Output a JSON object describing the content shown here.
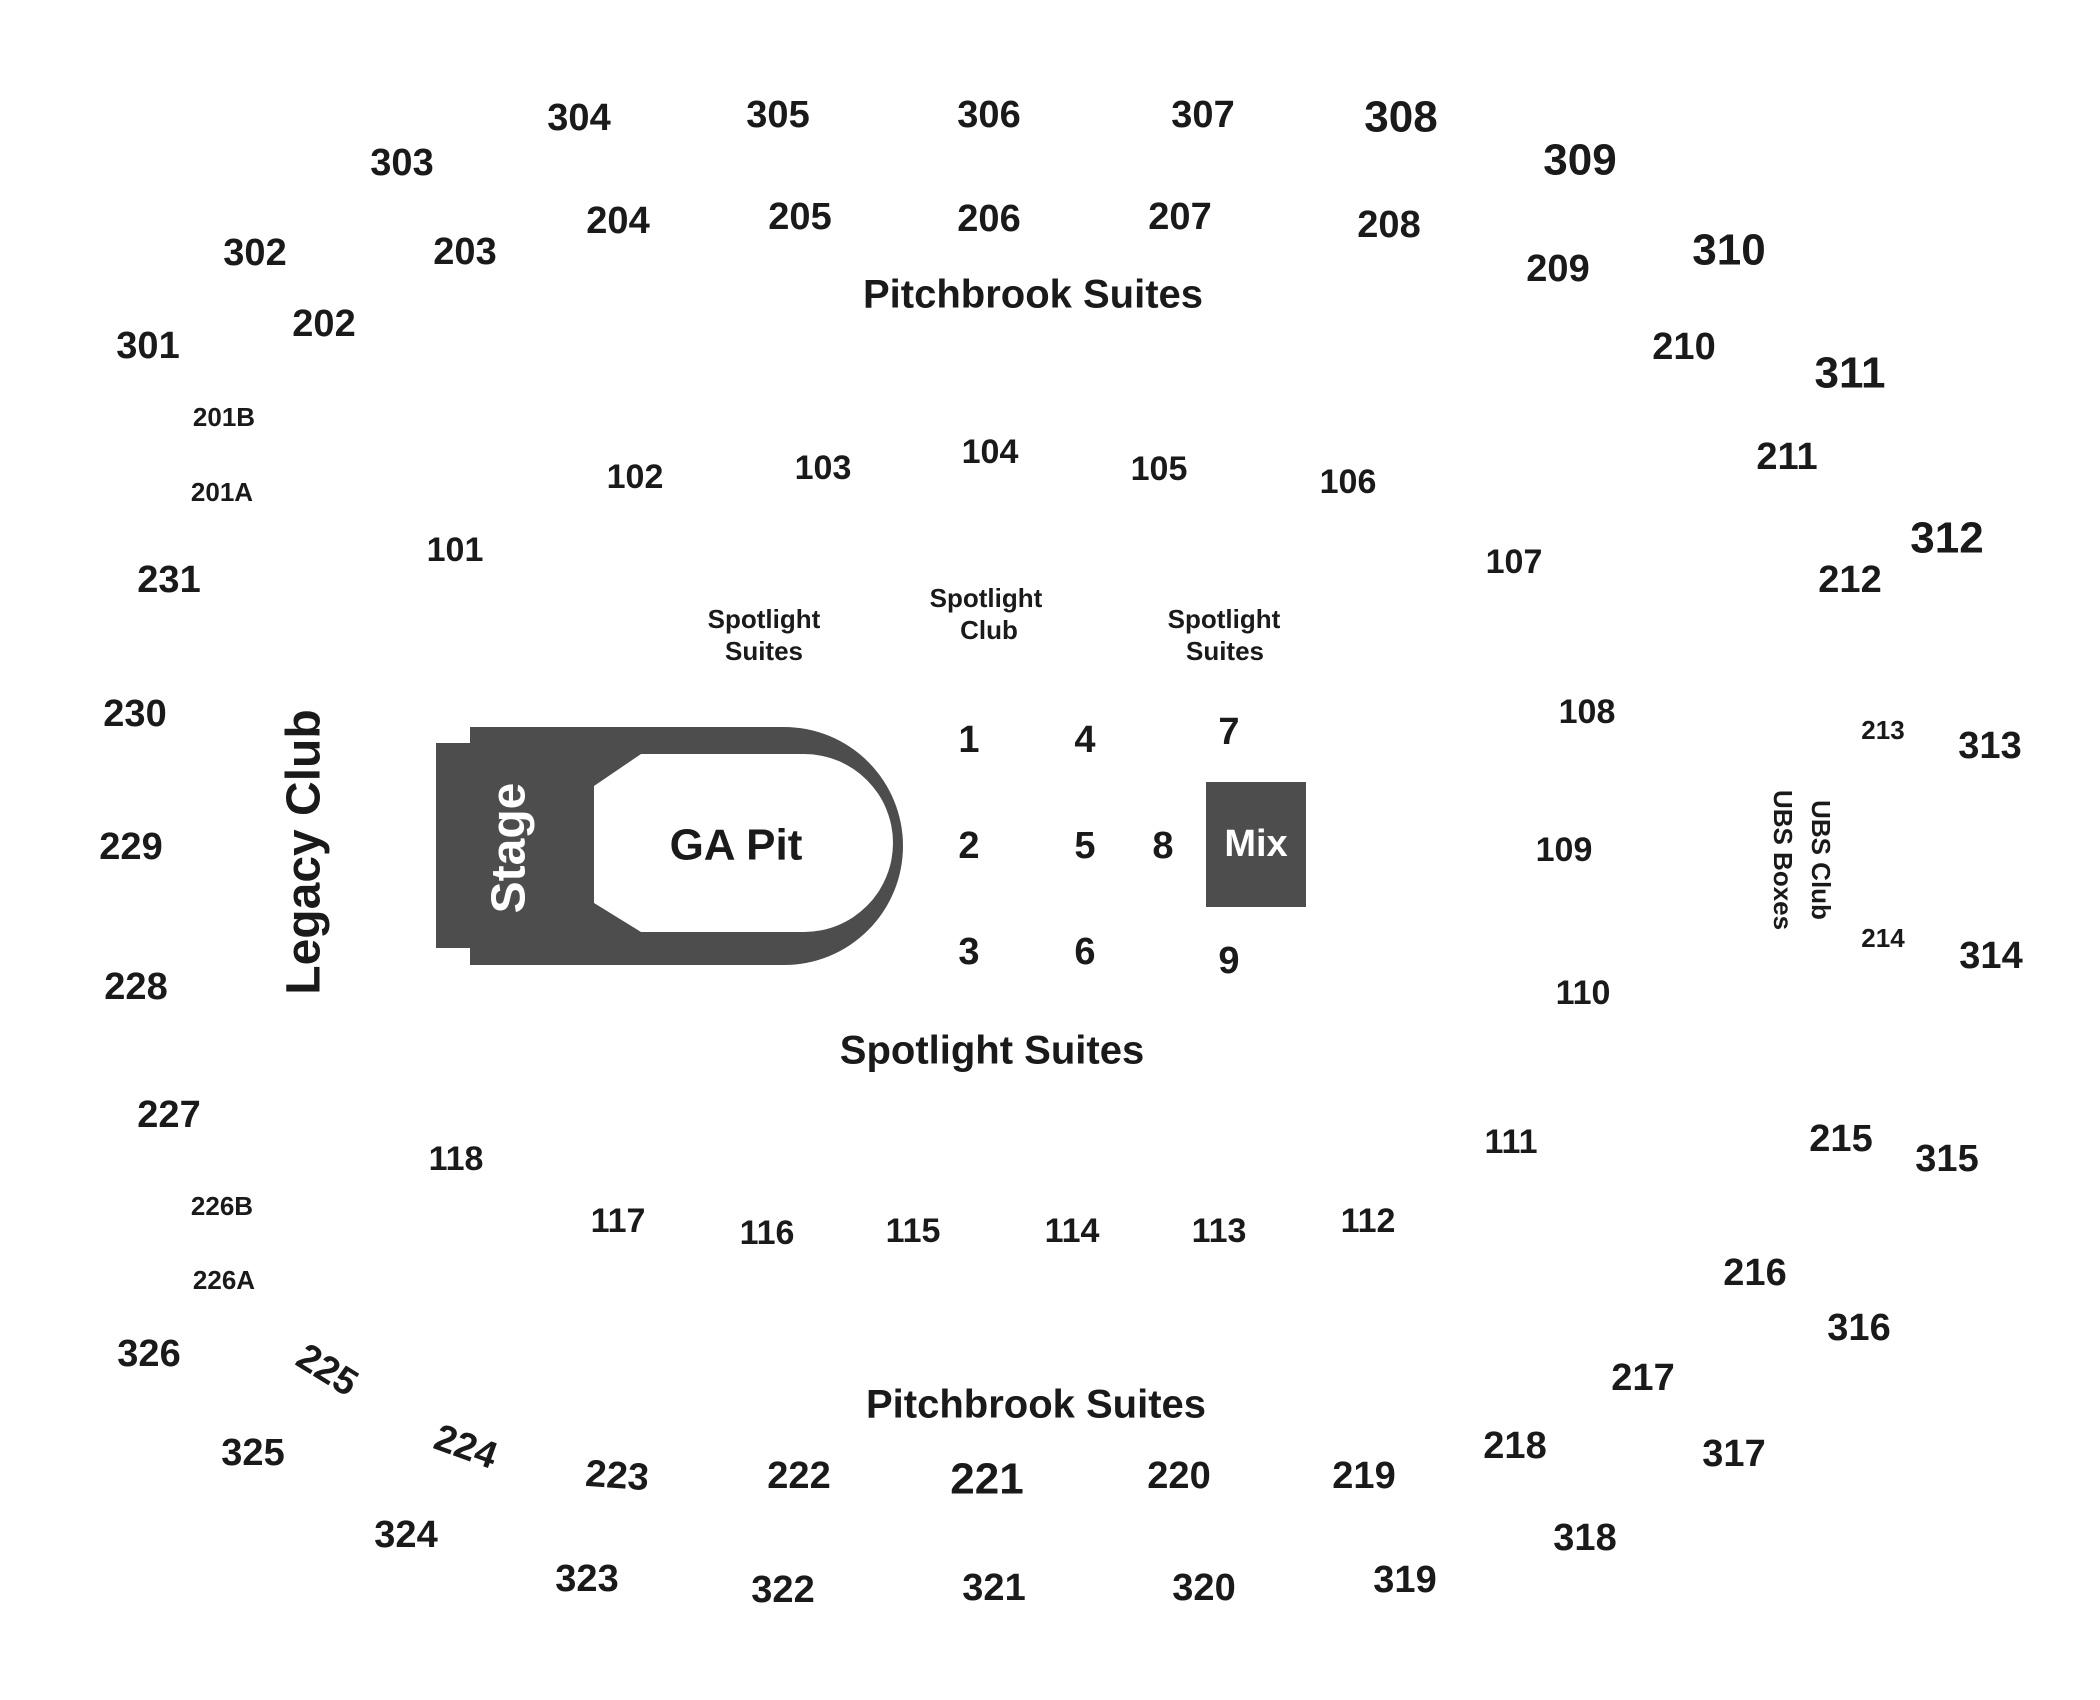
{
  "sections": {
    "s301": "301",
    "s302": "302",
    "s303": "303",
    "s304": "304",
    "s305": "305",
    "s306": "306",
    "s307": "307",
    "s308": "308",
    "s309": "309",
    "s310": "310",
    "s311": "311",
    "s312": "312",
    "s313": "313",
    "s314": "314",
    "s315": "315",
    "s316": "316",
    "s317": "317",
    "s318": "318",
    "s319": "319",
    "s320": "320",
    "s321": "321",
    "s322": "322",
    "s323": "323",
    "s324": "324",
    "s325": "325",
    "s326": "326",
    "s201A": "201A",
    "s201B": "201B",
    "s202": "202",
    "s203": "203",
    "s204": "204",
    "s205": "205",
    "s206": "206",
    "s207": "207",
    "s208": "208",
    "s209": "209",
    "s210": "210",
    "s211": "211",
    "s212": "212",
    "s213": "213",
    "s214": "214",
    "s215": "215",
    "s216": "216",
    "s217": "217",
    "s218": "218",
    "s219": "219",
    "s220": "220",
    "s221": "221",
    "s222": "222",
    "s223": "223",
    "s224": "224",
    "s225": "225",
    "s226A": "226A",
    "s226B": "226B",
    "s227": "227",
    "s228": "228",
    "s229": "229",
    "s230": "230",
    "s231": "231",
    "s101": "101",
    "s102": "102",
    "s103": "103",
    "s104": "104",
    "s105": "105",
    "s106": "106",
    "s107": "107",
    "s108": "108",
    "s109": "109",
    "s110": "110",
    "s111": "111",
    "s112": "112",
    "s113": "113",
    "s114": "114",
    "s115": "115",
    "s116": "116",
    "s117": "117",
    "s118": "118"
  },
  "floor": {
    "f1": "1",
    "f2": "2",
    "f3": "3",
    "f4": "4",
    "f5": "5",
    "f6": "6",
    "f7": "7",
    "f8": "8",
    "f9": "9"
  },
  "labels": {
    "pitchbrook_top": "Pitchbrook Suites",
    "pitchbrook_bottom": "Pitchbrook Suites",
    "spotlight_bottom": "Spotlight Suites",
    "spotlight_suites_left_1": "Spotlight",
    "spotlight_suites_left_2": "Suites",
    "spotlight_club_1": "Spotlight",
    "spotlight_club_2": "Club",
    "spotlight_suites_right_1": "Spotlight",
    "spotlight_suites_right_2": "Suites",
    "legacy_club": "Legacy Club",
    "ubs_club": "UBS Club",
    "ubs_boxes": "UBS Boxes",
    "stage": "Stage",
    "ga_pit": "GA Pit",
    "mix": "Mix"
  },
  "colors": {
    "stage_fill": "#4d4d4d",
    "text": "#1a1a1a",
    "background": "#ffffff"
  }
}
